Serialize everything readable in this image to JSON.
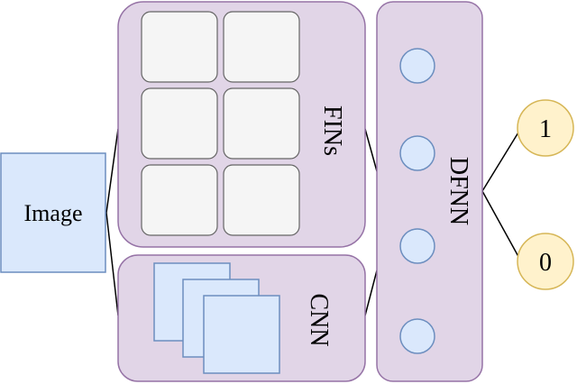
{
  "input": {
    "label": "Image"
  },
  "fins": {
    "label": "FINs",
    "grid_rows": 3,
    "grid_cols": 2
  },
  "cnn": {
    "label": "CNN",
    "stacked_layers": 3
  },
  "dfnn": {
    "label": "DFNN",
    "neurons": 4
  },
  "outputs": [
    {
      "label": "1"
    },
    {
      "label": "0"
    }
  ],
  "colors": {
    "panel_fill": "#e1d5e7",
    "panel_stroke": "#9673a6",
    "cell_fill": "#f5f5f5",
    "cell_stroke": "#666666",
    "image_fill": "#dae8fc",
    "image_stroke": "#6c8ebf",
    "neuron_fill": "#dae8fc",
    "neuron_stroke": "#6c8ebf",
    "output_fill": "#fff2cc",
    "output_stroke": "#d6b656",
    "line": "#000000"
  }
}
